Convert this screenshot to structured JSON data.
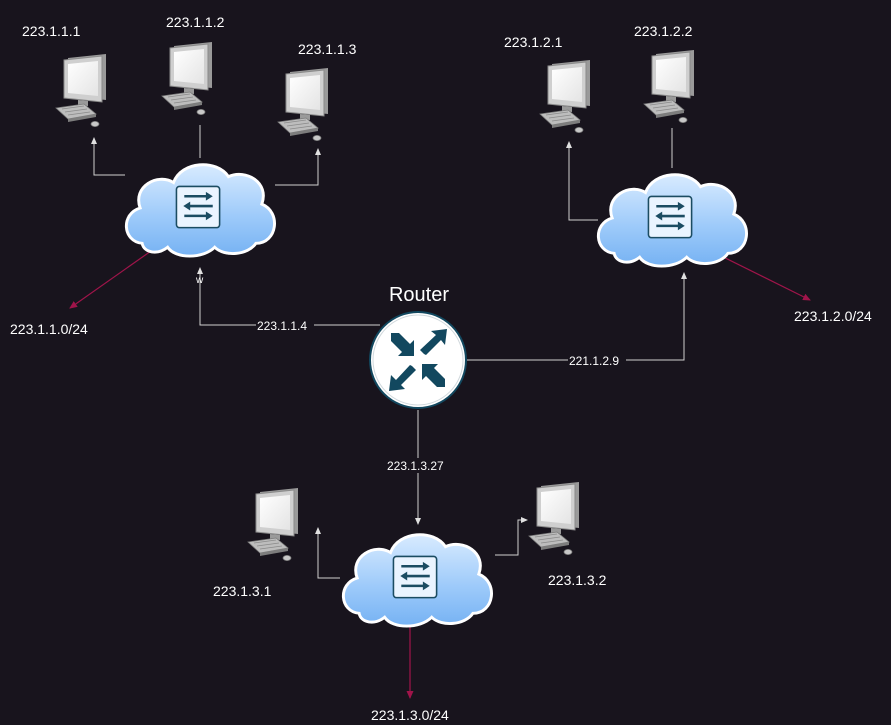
{
  "router": {
    "label": "Router"
  },
  "hosts": {
    "h1": "223.1.1.1",
    "h2": "223.1.1.2",
    "h3": "223.1.1.3",
    "h4": "223.1.2.1",
    "h5": "223.1.2.2",
    "h6": "223.1.3.1",
    "h7": "223.1.3.2"
  },
  "subnets": {
    "s1": "223.1.1.0/24",
    "s2": "223.1.2.0/24",
    "s3": "223.1.3.0/24"
  },
  "interfaces": {
    "if1": "223.1.1.4",
    "if2": "221.1.2.9",
    "if3": "223.1.3.27"
  },
  "edge_marks": {
    "w": "w"
  },
  "colors": {
    "background": "#18141d",
    "line": "#d0d0d0",
    "subnet_arrow": "#a0144a",
    "router_fill": "#12485f",
    "cloud_fill": "#8ec2f8"
  }
}
